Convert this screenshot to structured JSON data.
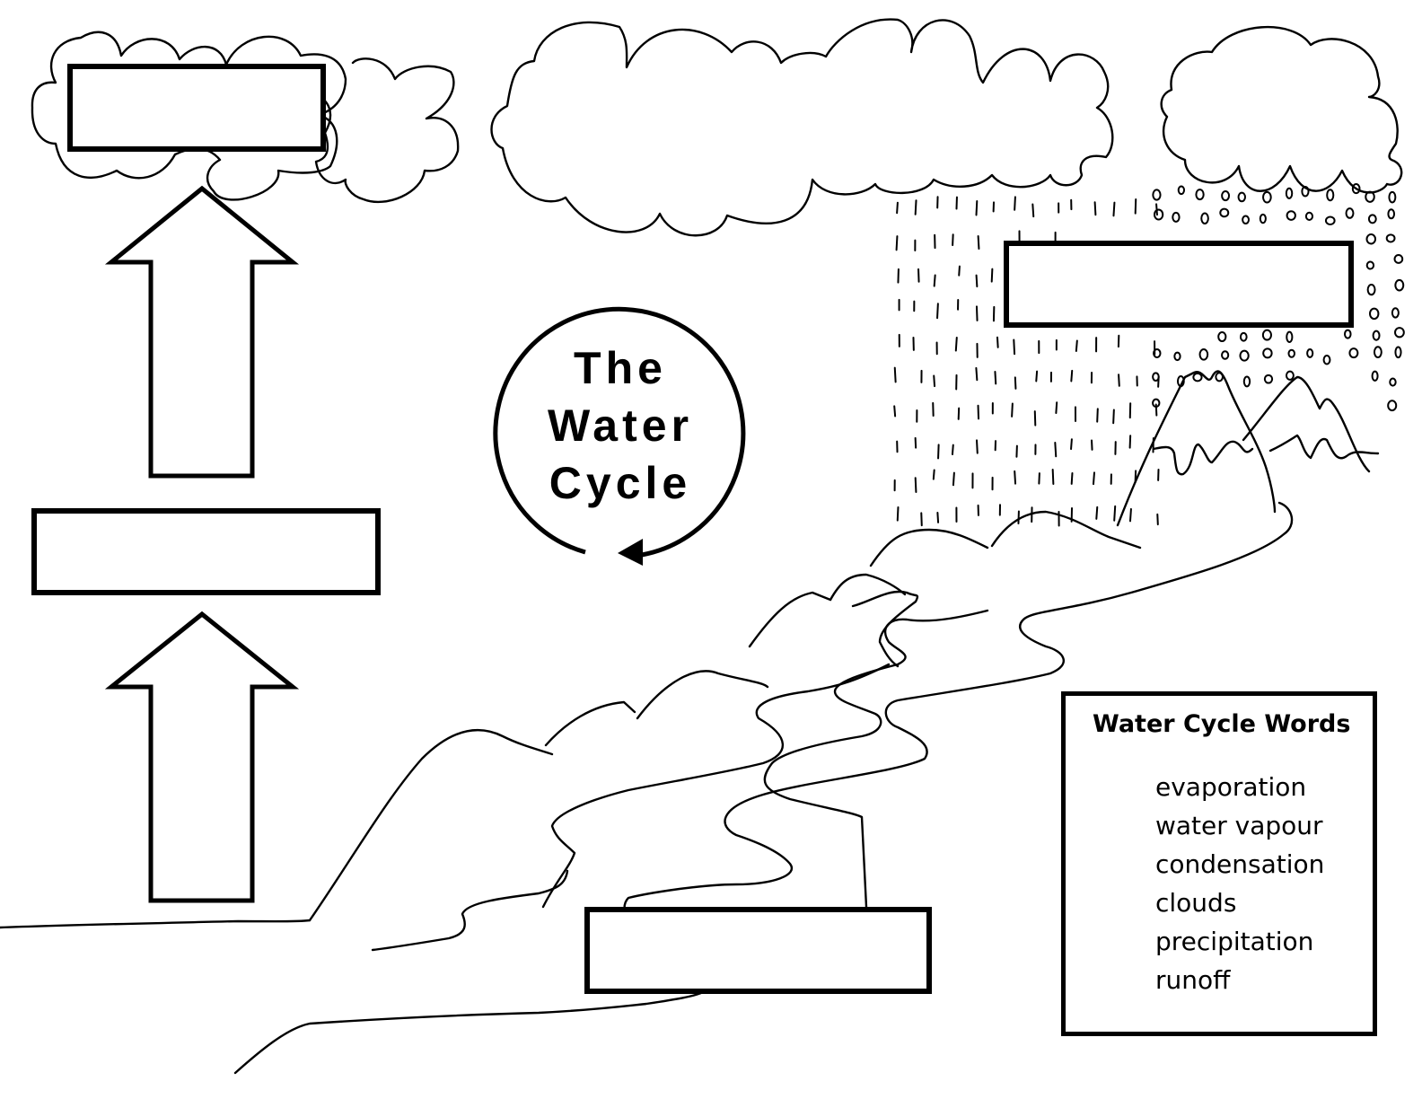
{
  "worksheet": {
    "title_lines": [
      "The",
      "Water",
      "Cycle"
    ],
    "blank_labels": [
      {
        "name": "cloud-label-box",
        "value": ""
      },
      {
        "name": "middle-label-box",
        "value": ""
      },
      {
        "name": "precipitation-label-box",
        "value": ""
      },
      {
        "name": "runoff-label-box",
        "value": ""
      }
    ],
    "word_bank": {
      "title": "Water Cycle Words",
      "words": [
        "evaporation",
        "water vapour",
        "condensation",
        "clouds",
        "precipitation",
        "runoff"
      ]
    },
    "icons": {
      "cycle_arrow": "circular-arrow-icon",
      "up_arrows": "up-arrow-icon"
    },
    "colors": {
      "ink": "#000000",
      "paper": "#ffffff"
    }
  }
}
